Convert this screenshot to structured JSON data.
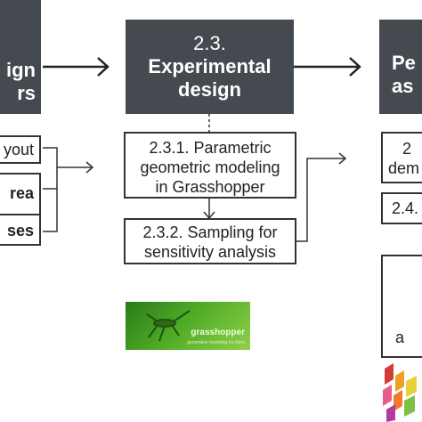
{
  "left_column": {
    "title_line1": "ign",
    "title_line2": "rs",
    "items": [
      "yout",
      "rea",
      "ses"
    ]
  },
  "middle_column": {
    "header_number": "2.3.",
    "header_title_line1": "Experimental",
    "header_title_line2": "design",
    "step1_lines": [
      "2.3.1. Parametric",
      "geometric modeling",
      "in Grasshopper"
    ],
    "step2_lines": [
      "2.3.2. Sampling for",
      "sensitivity analysis"
    ]
  },
  "right_column": {
    "title_line1": "Pe",
    "title_line2": "as",
    "box1_line1": "2",
    "box1_line2": "dem",
    "box2_label": "2.4.",
    "box3_label": "a"
  },
  "logo": {
    "word": "grasshopper",
    "tagline": "generative modeling for rhino"
  },
  "colors": {
    "header_fill": "#454a50",
    "header_text": "#ffffff",
    "line": "#333333",
    "logo_green": "#4faa26"
  }
}
